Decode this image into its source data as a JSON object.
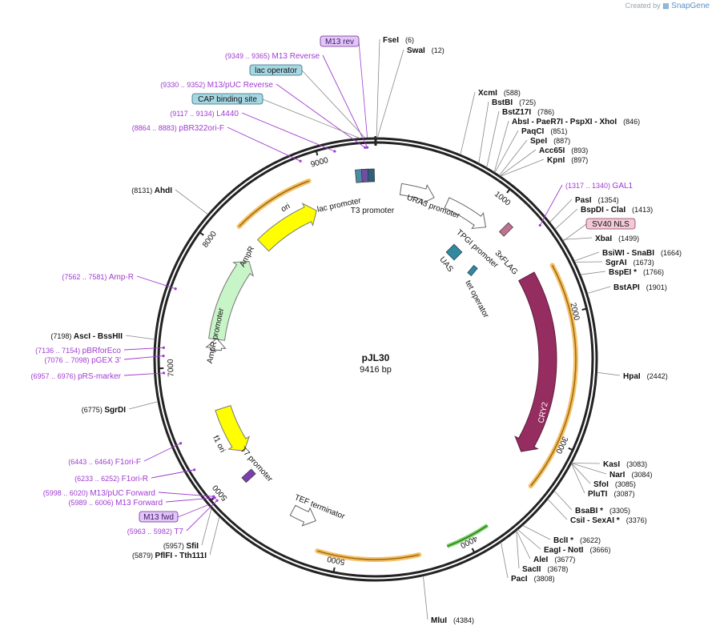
{
  "credit": {
    "prefix": "Created by",
    "brand": "SnapGene"
  },
  "plasmid": {
    "name": "pJL30",
    "size_label": "9416 bp",
    "length_bp": 9416
  },
  "colors": {
    "enzyme": "#111111",
    "primer": "#a03bd0",
    "pos": "#111111",
    "ori": "#ffff00",
    "ampr": "#c8f5c8",
    "cry2": "#952d60",
    "orange": "#f5c065",
    "leader": "#888888"
  },
  "ticks": [
    {
      "bp": 1000,
      "label": "1000"
    },
    {
      "bp": 2000,
      "label": "2000"
    },
    {
      "bp": 3000,
      "label": "3000"
    },
    {
      "bp": 4000,
      "label": "4000"
    },
    {
      "bp": 5000,
      "label": "5000"
    },
    {
      "bp": 6000,
      "label": "5000"
    },
    {
      "bp": 7000,
      "label": "7000"
    },
    {
      "bp": 8000,
      "label": "8000"
    },
    {
      "bp": 9000,
      "label": "9000"
    }
  ],
  "enzymes_right": [
    {
      "name": "FseI",
      "pos": "(6)",
      "bp": 6
    },
    {
      "name": "SwaI",
      "pos": "(12)",
      "bp": 12
    },
    {
      "name": "XcmI",
      "pos": "(588)",
      "bp": 588
    },
    {
      "name": "BstBI",
      "pos": "(725)",
      "bp": 725
    },
    {
      "name": "BstZ17I",
      "pos": "(786)",
      "bp": 786
    },
    {
      "name": "AbsI  - PaeR7I  - PspXI  - XhoI",
      "pos": "(846)",
      "bp": 846
    },
    {
      "name": "PaqCI",
      "pos": "(851)",
      "bp": 851
    },
    {
      "name": "SpeI",
      "pos": "(887)",
      "bp": 887
    },
    {
      "name": "Acc65I",
      "pos": "(893)",
      "bp": 893
    },
    {
      "name": "KpnI",
      "pos": "(897)",
      "bp": 897
    },
    {
      "name": "PasI",
      "pos": "(1354)",
      "bp": 1354
    },
    {
      "name": "BspDI  - ClaI",
      "pos": "(1413)",
      "bp": 1413
    },
    {
      "name": "XbaI",
      "pos": "(1499)",
      "bp": 1499
    },
    {
      "name": "BsiWI  - SnaBI",
      "pos": "(1664)",
      "bp": 1664
    },
    {
      "name": "SgrAI",
      "pos": "(1673)",
      "bp": 1673
    },
    {
      "name": "BspEI *",
      "pos": "(1766)",
      "bp": 1766
    },
    {
      "name": "BstAPI",
      "pos": "(1901)",
      "bp": 1901
    },
    {
      "name": "HpaI",
      "pos": "(2442)",
      "bp": 2442
    },
    {
      "name": "KasI",
      "pos": "(3083)",
      "bp": 3083
    },
    {
      "name": "NarI",
      "pos": "(3084)",
      "bp": 3084
    },
    {
      "name": "SfoI",
      "pos": "(3085)",
      "bp": 3085
    },
    {
      "name": "PluTI",
      "pos": "(3087)",
      "bp": 3087
    },
    {
      "name": "BsaBI *",
      "pos": "(3305)",
      "bp": 3305
    },
    {
      "name": "CsiI  - SexAI *",
      "pos": "(3376)",
      "bp": 3376
    },
    {
      "name": "BclI *",
      "pos": "(3622)",
      "bp": 3622
    },
    {
      "name": "EagI  - NotI",
      "pos": "(3666)",
      "bp": 3666
    },
    {
      "name": "AleI",
      "pos": "(3677)",
      "bp": 3677
    },
    {
      "name": "SacII",
      "pos": "(3678)",
      "bp": 3678
    },
    {
      "name": "PacI",
      "pos": "(3808)",
      "bp": 3808
    },
    {
      "name": "MluI",
      "pos": "(4384)",
      "bp": 4384
    }
  ],
  "enzymes_left": [
    {
      "name": "AhdI",
      "pos": "(8131)",
      "bp": 8131
    },
    {
      "name": "AscI  - BssHII",
      "pos": "(7198)",
      "bp": 7198
    },
    {
      "name": "SgrDI",
      "pos": "(6775)",
      "bp": 6775
    },
    {
      "name": "SfiI",
      "pos": "(5957)",
      "bp": 5957
    },
    {
      "name": "PflFI  - Tth111I",
      "pos": "(5879)",
      "bp": 5879
    }
  ],
  "primers": [
    {
      "name": "M13 Reverse",
      "range": "(9349 .. 9365)",
      "bp": 9357
    },
    {
      "name": "M13/pUC Reverse",
      "range": "(9330 .. 9352)",
      "bp": 9341
    },
    {
      "name": "L4440",
      "range": "(9117 .. 9134)",
      "bp": 9125
    },
    {
      "name": "pBR322ori-F",
      "range": "(8864 .. 8883)",
      "bp": 8873
    },
    {
      "name": "GAL1",
      "range": "(1317 .. 1340)",
      "bp": 1328
    },
    {
      "name": "Amp-R",
      "range": "(7562 .. 7581)",
      "bp": 7571
    },
    {
      "name": "pBRforEco",
      "range": "(7136 .. 7154)",
      "bp": 7145
    },
    {
      "name": "pGEX 3'",
      "range": "(7076 .. 7098)",
      "bp": 7087
    },
    {
      "name": "pRS-marker",
      "range": "(6957 .. 6976)",
      "bp": 6966
    },
    {
      "name": "F1ori-F",
      "range": "(6443 .. 6464)",
      "bp": 6453
    },
    {
      "name": "F1ori-R",
      "range": "(6233 .. 6252)",
      "bp": 6242
    },
    {
      "name": "M13/pUC Forward",
      "range": "(5998 .. 6020)",
      "bp": 6009
    },
    {
      "name": "M13 Forward",
      "range": "(5989 .. 6006)",
      "bp": 5997
    },
    {
      "name": "T7",
      "range": "(5963 .. 5982)",
      "bp": 5972
    }
  ],
  "boxed_labels": [
    {
      "name": "M13 rev",
      "style": "purple",
      "bp": 9360
    },
    {
      "name": "lac operator",
      "style": "teal",
      "bp": 9345
    },
    {
      "name": "CAP binding site",
      "style": "teal",
      "bp": 9310
    },
    {
      "name": "SV40 NLS",
      "style": "pink",
      "bp": 1510
    },
    {
      "name": "M13 fwd",
      "style": "purple",
      "bp": 5990
    }
  ],
  "features_inner": [
    {
      "name": "ori",
      "start": 8250,
      "end": 8850,
      "kind": "ori"
    },
    {
      "name": "AmpR",
      "start": 7250,
      "end": 8050,
      "kind": "ampr"
    },
    {
      "name": "AmpR promoter",
      "start": 7150,
      "end": 7250,
      "kind": "promoter"
    },
    {
      "name": "f1 ori",
      "start": 6150,
      "end": 6600,
      "kind": "ori_rev"
    },
    {
      "name": "lac promoter",
      "bp": 9250
    },
    {
      "name": "T3 promoter",
      "bp": 9390
    },
    {
      "name": "URA3 promoter",
      "bp": 350
    },
    {
      "name": "TPGI promoter",
      "bp": 800
    },
    {
      "name": "3xFLAG",
      "bp": 1200
    },
    {
      "name": "UAS",
      "bp": 950
    },
    {
      "name": "tet operator",
      "bp": 1100
    },
    {
      "name": "CRY2",
      "start": 1550,
      "end": 3150,
      "kind": "cry2"
    },
    {
      "name": "T7 promoter",
      "bp": 5900
    },
    {
      "name": "TEF terminator",
      "bp": 5350
    }
  ]
}
